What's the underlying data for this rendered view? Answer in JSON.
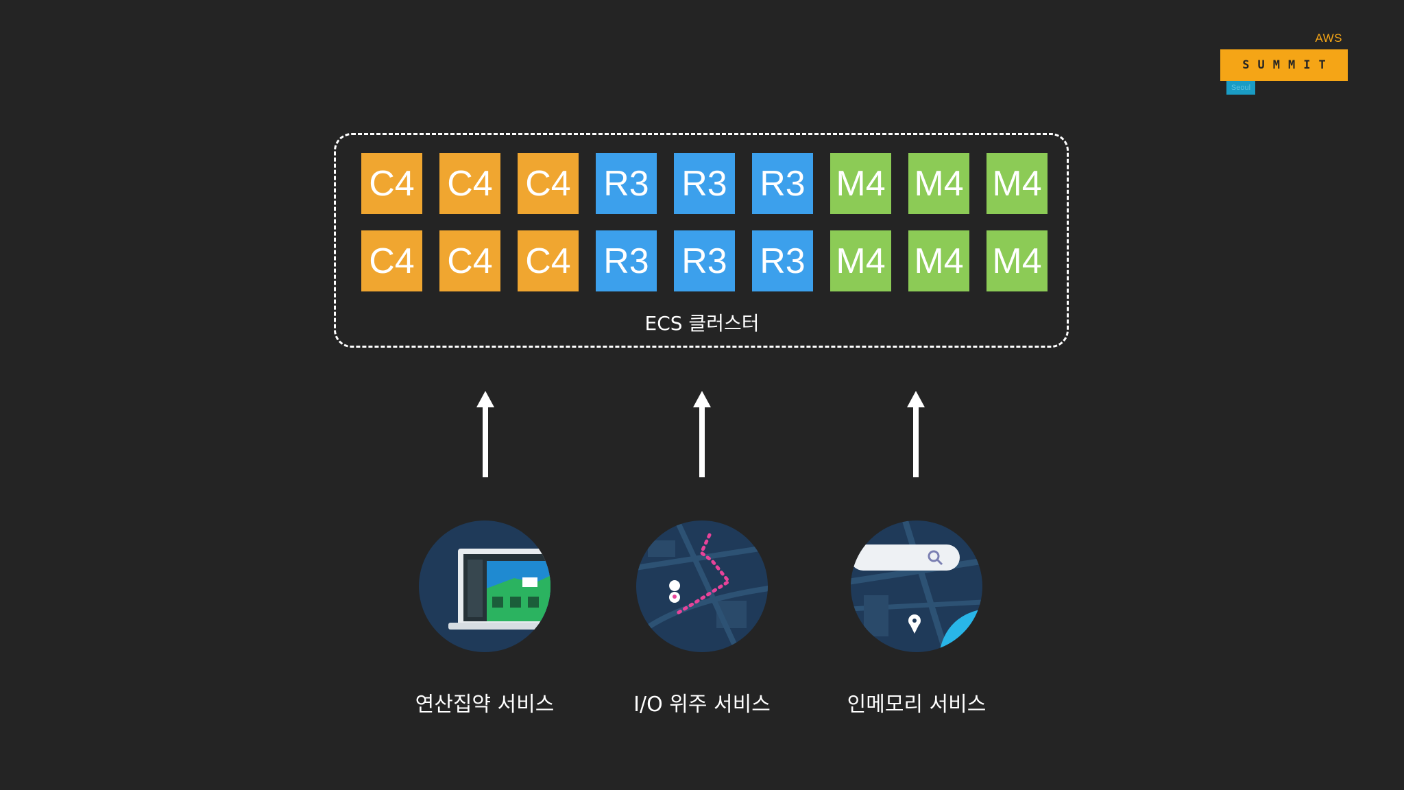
{
  "logo": {
    "brand": "AWS",
    "event": "SUMMIT",
    "location": "Seoul"
  },
  "cluster": {
    "label": "ECS  클러스터",
    "rows": [
      [
        {
          "name": "C4",
          "color": "#f0a630"
        },
        {
          "name": "C4",
          "color": "#f0a630"
        },
        {
          "name": "C4",
          "color": "#f0a630"
        },
        {
          "name": "R3",
          "color": "#3ca0ec"
        },
        {
          "name": "R3",
          "color": "#3ca0ec"
        },
        {
          "name": "R3",
          "color": "#3ca0ec"
        },
        {
          "name": "M4",
          "color": "#8ccb56"
        },
        {
          "name": "M4",
          "color": "#8ccb56"
        },
        {
          "name": "M4",
          "color": "#8ccb56"
        }
      ],
      [
        {
          "name": "C4",
          "color": "#f0a630"
        },
        {
          "name": "C4",
          "color": "#f0a630"
        },
        {
          "name": "C4",
          "color": "#f0a630"
        },
        {
          "name": "R3",
          "color": "#3ca0ec"
        },
        {
          "name": "R3",
          "color": "#3ca0ec"
        },
        {
          "name": "R3",
          "color": "#3ca0ec"
        },
        {
          "name": "M4",
          "color": "#8ccb56"
        },
        {
          "name": "M4",
          "color": "#8ccb56"
        },
        {
          "name": "M4",
          "color": "#8ccb56"
        }
      ]
    ]
  },
  "services": [
    {
      "label": "연산집약 서비스",
      "icon": "laptop-map-icon"
    },
    {
      "label": "I/O 위주 서비스",
      "icon": "route-map-icon"
    },
    {
      "label": "인메모리 서비스",
      "icon": "search-map-icon"
    }
  ]
}
